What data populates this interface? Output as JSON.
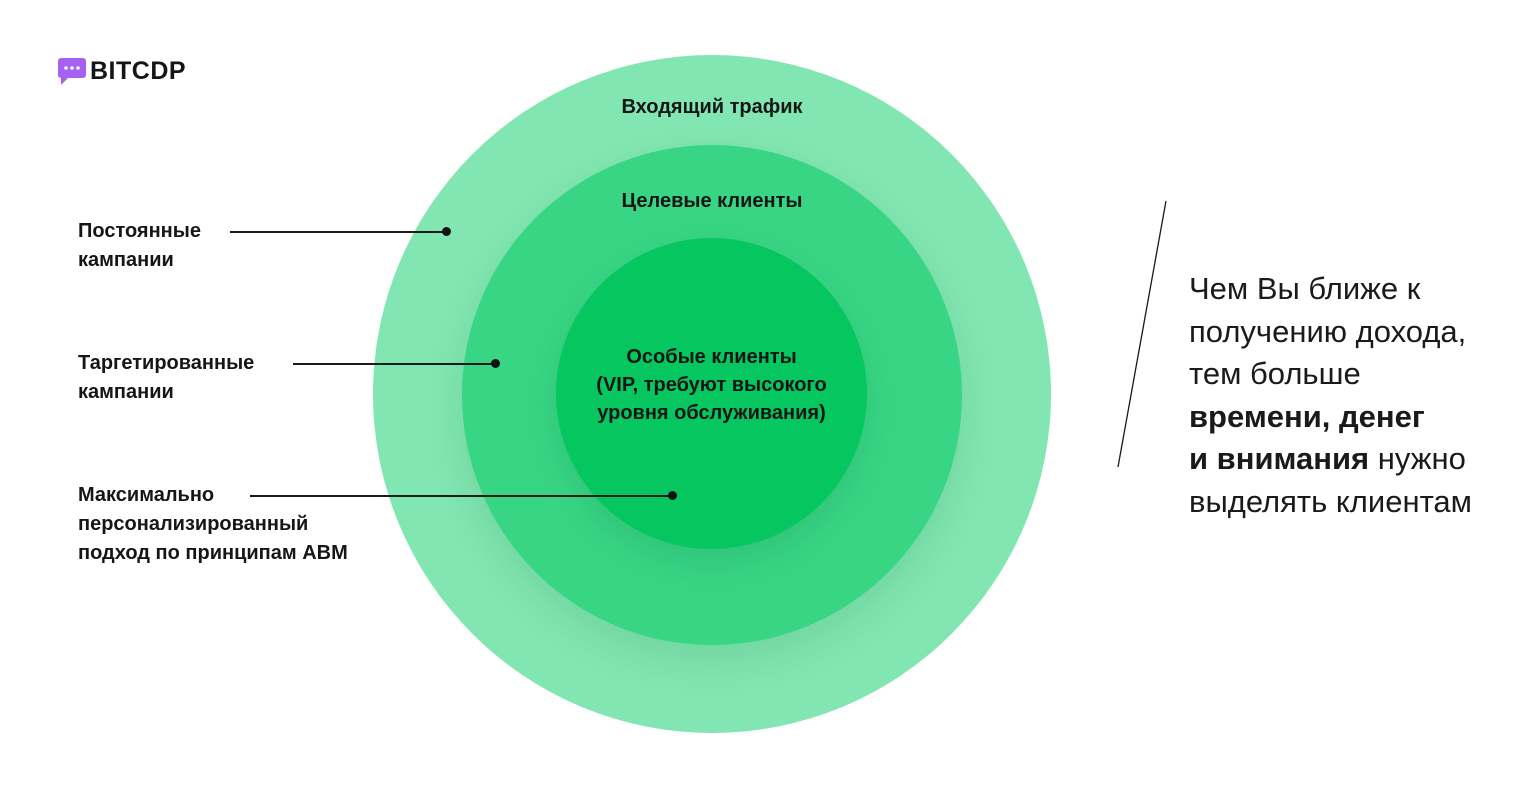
{
  "logo": {
    "text": "BITCDP",
    "icon": "chat-bubble-icon",
    "icon_color": "#a562f0"
  },
  "circles": {
    "outer": {
      "label": "Входящий трафик",
      "color": "#81e6b1"
    },
    "middle": {
      "label": "Целевые клиенты",
      "color": "#38d585"
    },
    "inner": {
      "label_lines": [
        "Особые клиенты",
        "(VIP, требуют высокого",
        "уровня обслуживания)"
      ],
      "color": "#06c65f"
    }
  },
  "callouts": [
    {
      "lines": [
        "Постоянные",
        "кампании"
      ]
    },
    {
      "lines": [
        "Таргетированные",
        "кампании"
      ]
    },
    {
      "lines": [
        "Максимально",
        "персонализированный",
        "подход по принципам ABM"
      ]
    }
  ],
  "statement": {
    "line1": "Чем Вы ближе к",
    "line2": "получению дохода,",
    "line3": "тем больше",
    "line4_bold": "времени, денег",
    "line5_bold": "и внимания",
    "line5_rest": " нужно",
    "line6": "выделять клиентам"
  }
}
